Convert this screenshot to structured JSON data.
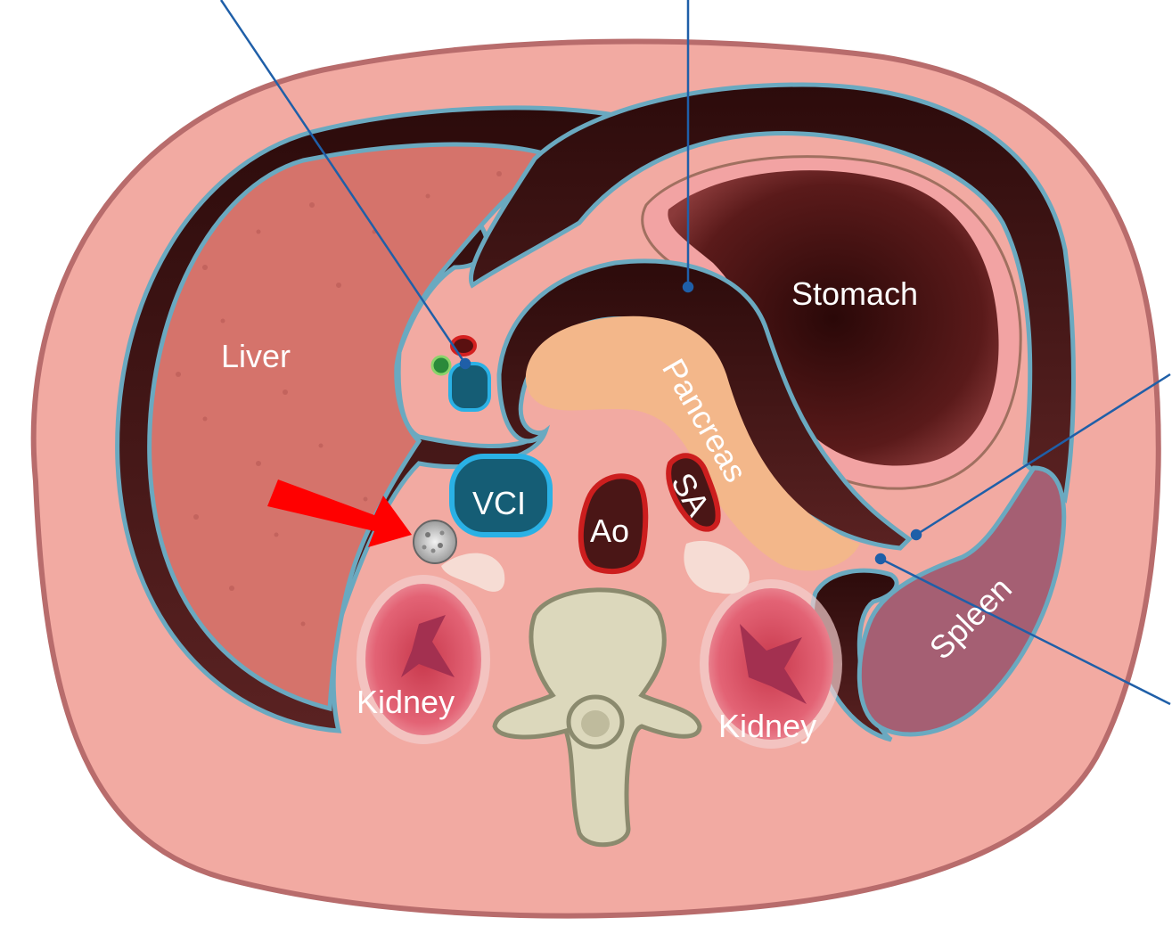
{
  "labels": {
    "liver": "Liver",
    "stomach": "Stomach",
    "pancreas": "Pancreas",
    "vci": "VCI",
    "ao": "Ao",
    "sa": "SA",
    "kidney_right": "Kidney",
    "kidney_left": "Kidney",
    "spleen": "Spleen"
  },
  "colors": {
    "body_fill": "#f2aaa2",
    "body_outline": "#b86c6c",
    "liver": "#d5736b",
    "peritoneum_line": "#6aa9c0",
    "peritoneal_space": "#3f1515",
    "stomach_wall": "#f2a3a3",
    "stomach_lumen": "#4d1414",
    "pancreas": "#f3b78a",
    "spleen": "#a55f73",
    "kidney": "#e06070",
    "kidney_sinus": "#a33050",
    "vci": "#155d75",
    "vci_outline": "#2ab1e5",
    "aorta": "#4a1616",
    "aorta_outline": "#cc1e1e",
    "vertebra": "#dcd8bc",
    "vertebra_outline": "#8b8a6e",
    "arrow": "#ff0000",
    "pointer_line": "#1f5fa8"
  }
}
